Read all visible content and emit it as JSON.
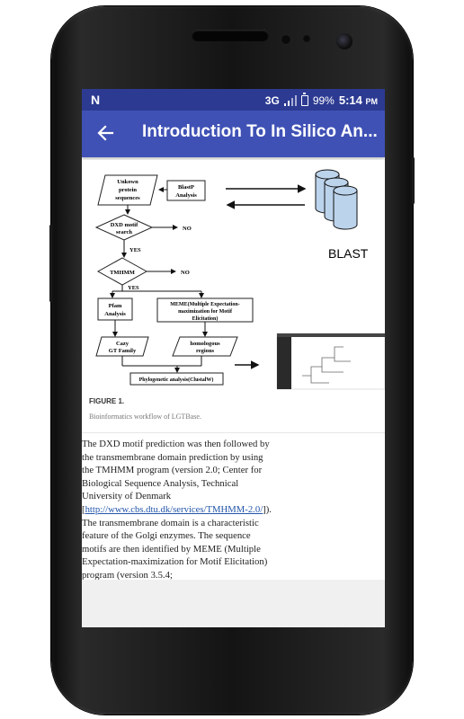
{
  "status_bar": {
    "notification_icon": "N",
    "network": "3G",
    "battery": "99%",
    "time": "5:14",
    "ampm": "PM"
  },
  "app_bar": {
    "title": "Introduction To In Silico An..."
  },
  "figure": {
    "flow": {
      "start": [
        "Unkown",
        "protein",
        "sequences"
      ],
      "blastp": [
        "BlastP",
        "Analysis"
      ],
      "dxd": [
        "DXD motif",
        "search"
      ],
      "tmhmm": "TMHMM",
      "no1": "NO",
      "no2": "NO",
      "yes1": "YES",
      "yes2": "YES",
      "pfam": [
        "Pfam",
        "Analysis"
      ],
      "meme": [
        "MEME(Multiple Expectation-",
        "maximization for Motif",
        "Elicitation)"
      ],
      "cazy": [
        "Cazy",
        "GT Family"
      ],
      "homologous": [
        "homologous",
        "regions"
      ],
      "phylo": "Phylogenetic analysis(ClustalW)"
    },
    "blast_label": "BLAST",
    "label": "FIGURE 1.",
    "caption": "Bioinformatics workflow of LGTBase."
  },
  "article": {
    "text_before_link": "The DXD motif prediction was then followed by the transmembrane domain prediction by using the TMHMM program (version 2.0; Center for Biological Sequence Analysis, Technical University of Denmark [",
    "link": "http://www.cbs.dtu.dk/services/TMHMM-2.0/",
    "text_after_link": "]). The transmembrane domain is a characteristic feature of the Golgi enzymes. The sequence motifs are then identified by MEME (Multiple Expectation-maximization for Motif Elicitation) program (version 3.5.4;"
  },
  "colors": {
    "status_bar": "#2c3a92",
    "app_bar": "#3f51b5",
    "db_blue": "#bcd3ec"
  }
}
